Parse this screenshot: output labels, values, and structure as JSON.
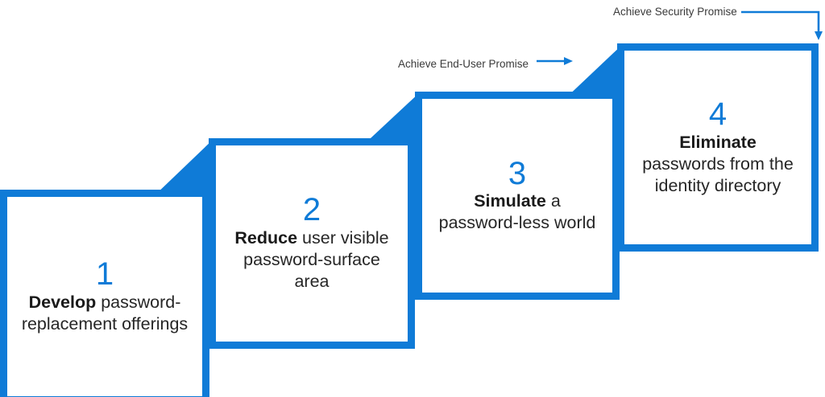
{
  "diagram": {
    "accent_color": "#0f7bd7",
    "text_color": "#262626",
    "background": "#ffffff",
    "steps": [
      {
        "number": "1",
        "bold": "Develop",
        "rest": " password-replacement offerings",
        "full_text": "Develop password-replacement offerings"
      },
      {
        "number": "2",
        "bold": "Reduce",
        "rest": " user visible password-surface area",
        "full_text": "Reduce user visible password-surface area"
      },
      {
        "number": "3",
        "bold": "Simulate",
        "rest": " a password-less world",
        "full_text": "Simulate a password-less world"
      },
      {
        "number": "4",
        "bold": "Eliminate",
        "rest": " passwords from the identity directory",
        "full_text": "Eliminate passwords from the identity directory"
      }
    ],
    "callouts": [
      {
        "id": "end-user-promise",
        "label": "Achieve End-User Promise",
        "arrow": "arrow-right-icon",
        "points_to_step": "3"
      },
      {
        "id": "security-promise",
        "label": "Achieve Security Promise",
        "arrow": "arrow-elbow-down-icon",
        "points_to_step": "4"
      }
    ]
  }
}
